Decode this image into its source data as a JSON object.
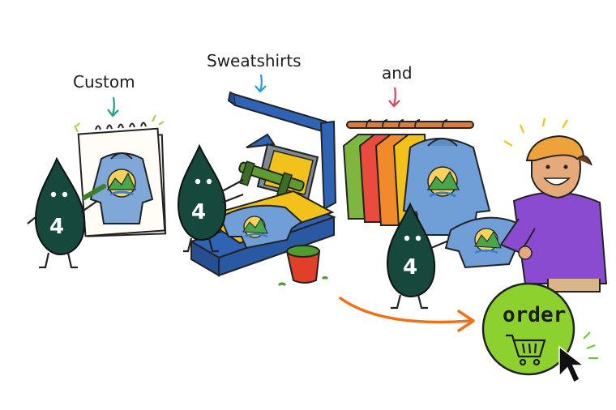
{
  "labels": {
    "custom": "Custom",
    "sweatshirts": "Sweatshirts",
    "and": "and"
  },
  "mascot": {
    "number": "4"
  },
  "order_button": {
    "label": "order",
    "icon": "shopping-cart-icon",
    "cursor_icon": "mouse-pointer-icon"
  },
  "colors": {
    "mascot": "#17483d",
    "order_green": "#8dd12f",
    "arrow_orange": "#f07117",
    "hoodie_blue": "#6f9fd6",
    "press_blue": "#2f63b5",
    "tray_yellow": "#f2c21a",
    "rack_copper": "#d97d3a",
    "hat_orange": "#f0a23a",
    "hoodie_purple": "#8a4bd0"
  }
}
